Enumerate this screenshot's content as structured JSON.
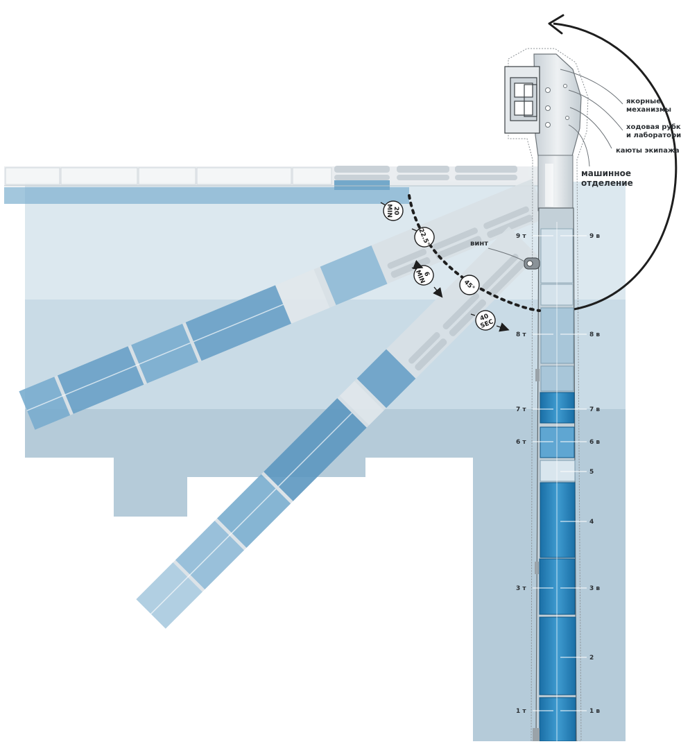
{
  "labels": {
    "anchor": [
      "якорные",
      "механизмы"
    ],
    "bridge": [
      "ходовая рубка",
      "и лаборатория"
    ],
    "cabins": "каюты экипажа",
    "engine": [
      "машинное",
      "отделение"
    ],
    "propeller": "винт"
  },
  "time_badges": [
    {
      "id": "20min",
      "lines": [
        "20",
        "MIN"
      ]
    },
    {
      "id": "22.5deg",
      "lines": [
        "22.5°"
      ]
    },
    {
      "id": "6min",
      "lines": [
        "6",
        "MIN"
      ]
    },
    {
      "id": "45deg",
      "lines": [
        "45°"
      ]
    },
    {
      "id": "40sec",
      "lines": [
        "40",
        "SEC"
      ]
    }
  ],
  "compartments": [
    {
      "left": "9 т",
      "right": "9 в"
    },
    {
      "left": "8 т",
      "right": "8 в"
    },
    {
      "left": "7 т",
      "right": "7 в"
    },
    {
      "left": "6 т",
      "right": "6 в"
    },
    {
      "left": "",
      "right": "5"
    },
    {
      "left": "",
      "right": "4"
    },
    {
      "left": "3 т",
      "right": "3 в"
    },
    {
      "left": "",
      "right": "2"
    },
    {
      "left": "1 т",
      "right": "1 в"
    }
  ],
  "colors": {
    "water_top": "#dce8ef",
    "water_mid": "#c9dbe6",
    "water_deep": "#b5cbd9",
    "hull_light": "#d7dde1",
    "tank_blue": "#1f7fb8",
    "tank_mid": "#6aa7cc",
    "ghost_blue": "#7fb0d0",
    "ink": "#1e1e1e"
  }
}
